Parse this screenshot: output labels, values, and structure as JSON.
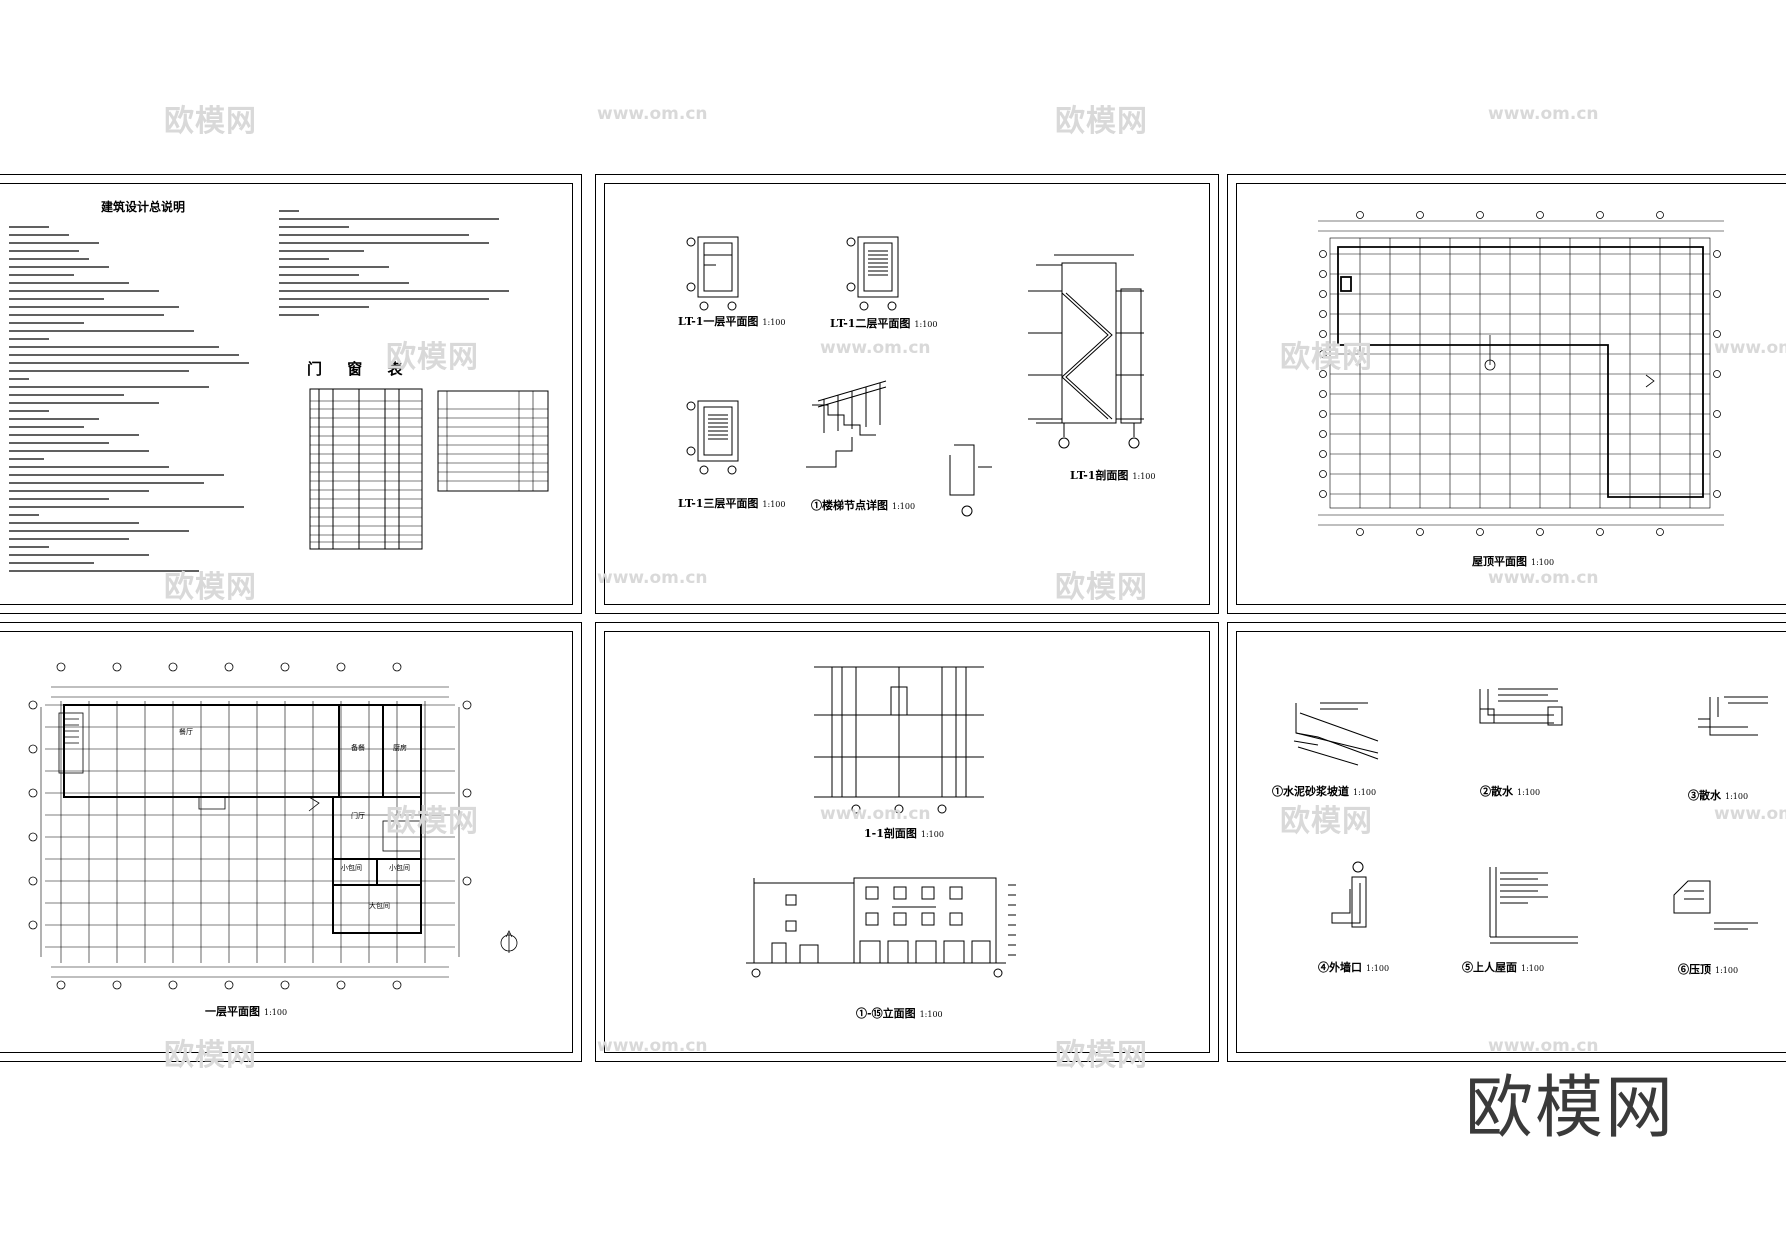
{
  "sheets": {
    "s1": {
      "title": "建筑设计总说明",
      "table_title": "门 窗 表"
    },
    "s2": {
      "labels": [
        {
          "text": "LT-1一层平面图",
          "scale": "1:100"
        },
        {
          "text": "LT-1二层平面图",
          "scale": "1:100"
        },
        {
          "text": "LT-1三层平面图",
          "scale": "1:100"
        },
        {
          "text": "①楼梯节点详图",
          "scale": "1:100"
        },
        {
          "text": "LT-1剖面图",
          "scale": "1:100"
        }
      ]
    },
    "s3": {
      "label": {
        "text": "屋顶平面图",
        "scale": "1:100"
      }
    },
    "s4": {
      "label": {
        "text": "一层平面图",
        "scale": "1:100"
      },
      "rooms": [
        "餐厅",
        "备餐",
        "厨房",
        "门厅",
        "小包间",
        "小包间",
        "大包间"
      ]
    },
    "s5": {
      "labels": [
        {
          "text": "1-1剖面图",
          "scale": "1:100"
        },
        {
          "text": "①-⑮立面图",
          "scale": "1:100"
        }
      ]
    },
    "s6": {
      "labels": [
        {
          "text": "①水泥砂浆坡道",
          "scale": "1:100"
        },
        {
          "text": "②散水",
          "scale": "1:100"
        },
        {
          "text": "③散水",
          "scale": "1:100"
        },
        {
          "text": "④外墙口",
          "scale": "1:100"
        },
        {
          "text": "⑤上人屋面",
          "scale": "1:100"
        },
        {
          "text": "⑥压顶",
          "scale": "1:100"
        }
      ]
    }
  },
  "watermarks": {
    "brand": "欧模网",
    "url": "www.om.cn"
  },
  "corner_watermark": "欧模网"
}
